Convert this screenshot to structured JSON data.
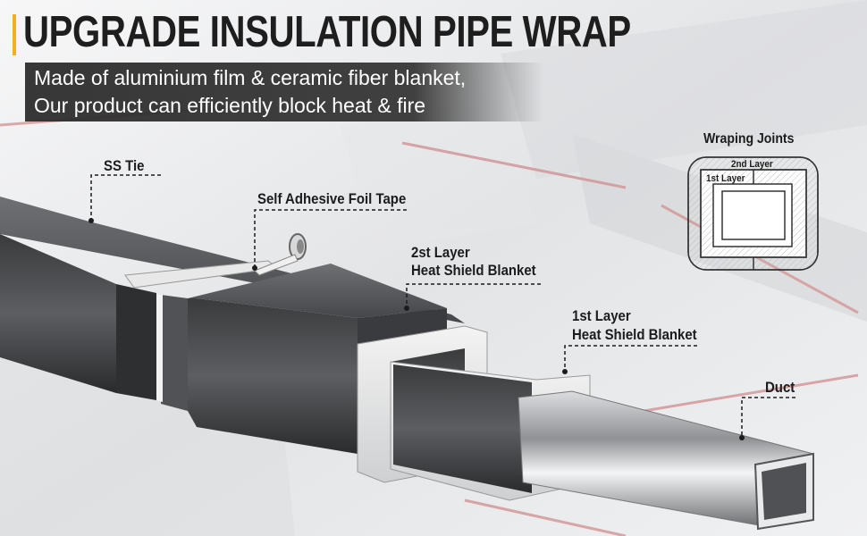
{
  "title": "UPGRADE INSULATION PIPE WRAP",
  "subtitle": {
    "line1": "Made of aluminium film & ceramic fiber blanket,",
    "line2": "Our product can efficiently block heat & fire"
  },
  "labels": {
    "ss_tie": "SS Tie",
    "foil_tape": "Self Adhesive Foil Tape",
    "layer2_line1": "2st Layer",
    "layer2_line2": "Heat Shield Blanket",
    "layer1_line1": "1st Layer",
    "layer1_line2": "Heat Shield Blanket",
    "duct": "Duct"
  },
  "joint_diagram": {
    "title": "Wraping Joints",
    "layer2": "2nd Layer",
    "layer1": "1st Layer"
  },
  "colors": {
    "accent": "#f2b01e",
    "title_text": "#1e1e1e",
    "subtitle_bg": "#2d2d2d"
  }
}
